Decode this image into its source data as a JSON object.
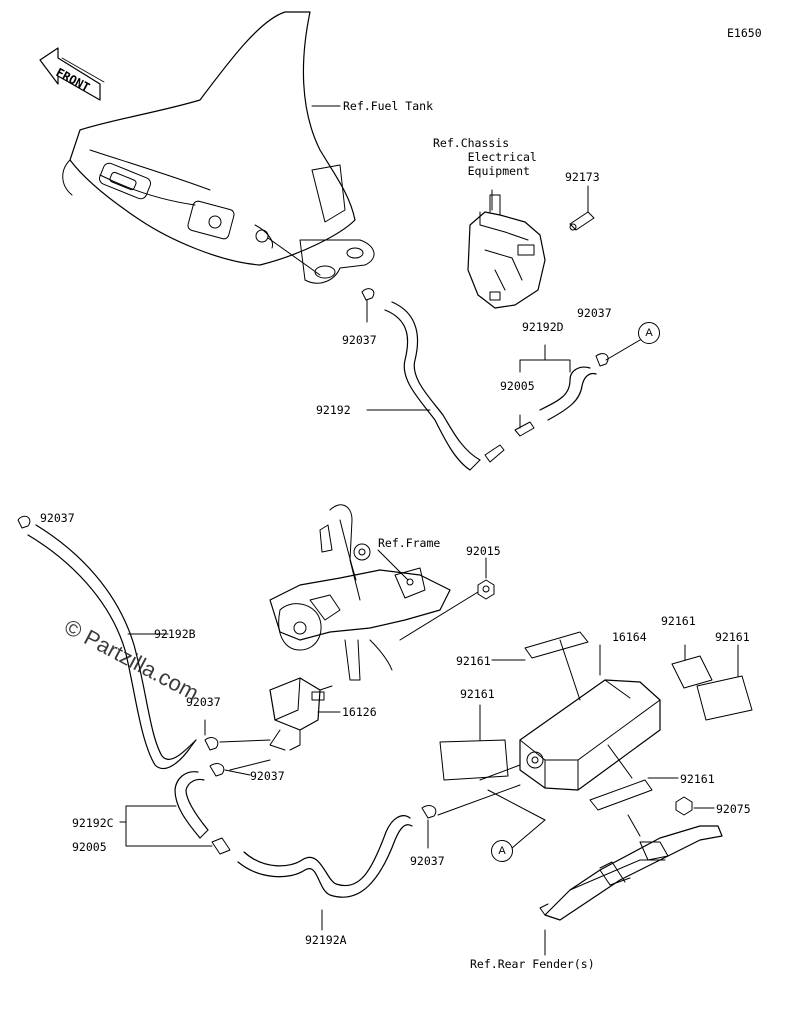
{
  "diagram_code": "E1650",
  "front_label": "FRONT",
  "watermark": "© Partzilla.com",
  "refs": {
    "fuel_tank": "Ref.Fuel Tank",
    "chassis": "Ref.Chassis\n     Electrical\n     Equipment",
    "frame": "Ref.Frame",
    "rear_fender": "Ref.Rear Fender(s)"
  },
  "callout_circles": [
    "A",
    "A"
  ],
  "part_numbers": {
    "p92037_top": "92037",
    "p92173": "92173",
    "p92192D": "92192D",
    "p92037_right": "92037",
    "p92005_top": "92005",
    "p92192": "92192",
    "p92037_left": "92037",
    "p92015": "92015",
    "p92192B": "92192B",
    "p92161_a": "92161",
    "p16164": "16164",
    "p92161_b": "92161",
    "p92161_c": "92161",
    "p92161_d": "92161",
    "p16126": "16126",
    "p92037_mid": "92037",
    "p92037_small": "92037",
    "p92161_e": "92161",
    "p92075": "92075",
    "p92192C": "92192C",
    "p92005_bottom": "92005",
    "p92037_bottom": "92037",
    "p92192A": "92192A"
  }
}
